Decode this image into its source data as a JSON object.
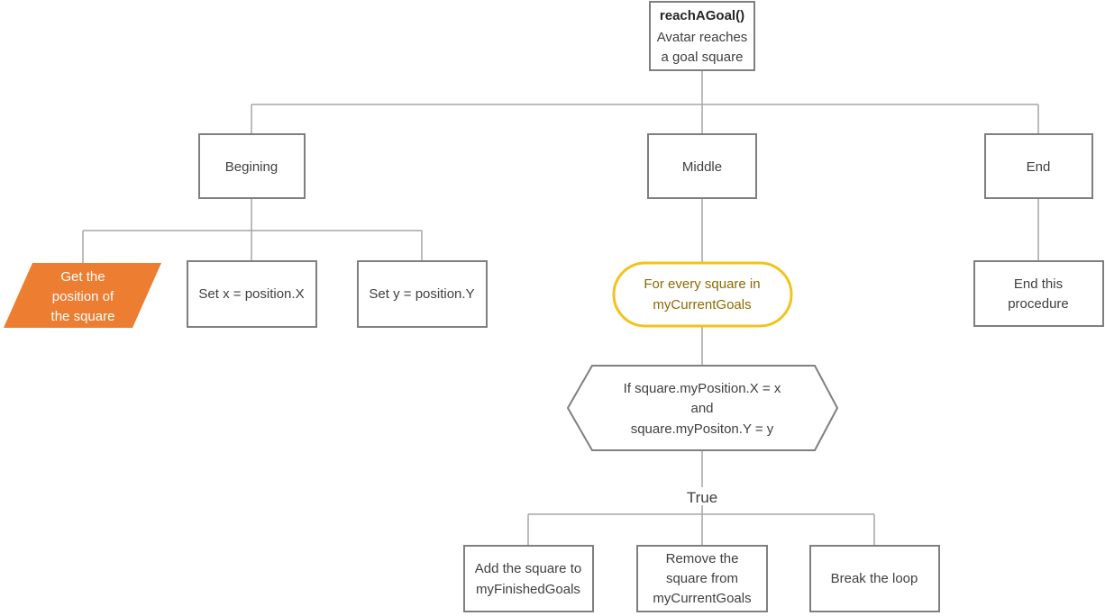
{
  "root": {
    "title": "reachAGoal()",
    "line1": "Avatar reaches",
    "line2": "a goal square"
  },
  "beginning": {
    "label": "Begining"
  },
  "middle": {
    "label": "Middle"
  },
  "end": {
    "label": "End"
  },
  "get_position": {
    "line1": "Get the",
    "line2": "position of",
    "line3": "the square"
  },
  "set_x": {
    "label": "Set x = position.X"
  },
  "set_y": {
    "label": "Set y = position.Y"
  },
  "loop": {
    "line1": "For every square in",
    "line2": "myCurrentGoals"
  },
  "condition": {
    "line1": "If square.myPosition.X = x",
    "line2": "and",
    "line3": "square.myPositon.Y = y"
  },
  "true_branch": {
    "label": "True"
  },
  "add_square": {
    "line1": "Add the square to",
    "line2": "myFinishedGoals"
  },
  "remove_square": {
    "line1": "Remove the",
    "line2": "square from",
    "line3": "myCurrentGoals"
  },
  "break_loop": {
    "label": "Break the loop"
  },
  "end_procedure": {
    "line1": "End this",
    "line2": "procedure"
  },
  "colors": {
    "accent_orange": "#ed7d31",
    "loop_border": "#f2c318",
    "box_border": "#7f7f7f",
    "connector": "#a6a6a6"
  }
}
